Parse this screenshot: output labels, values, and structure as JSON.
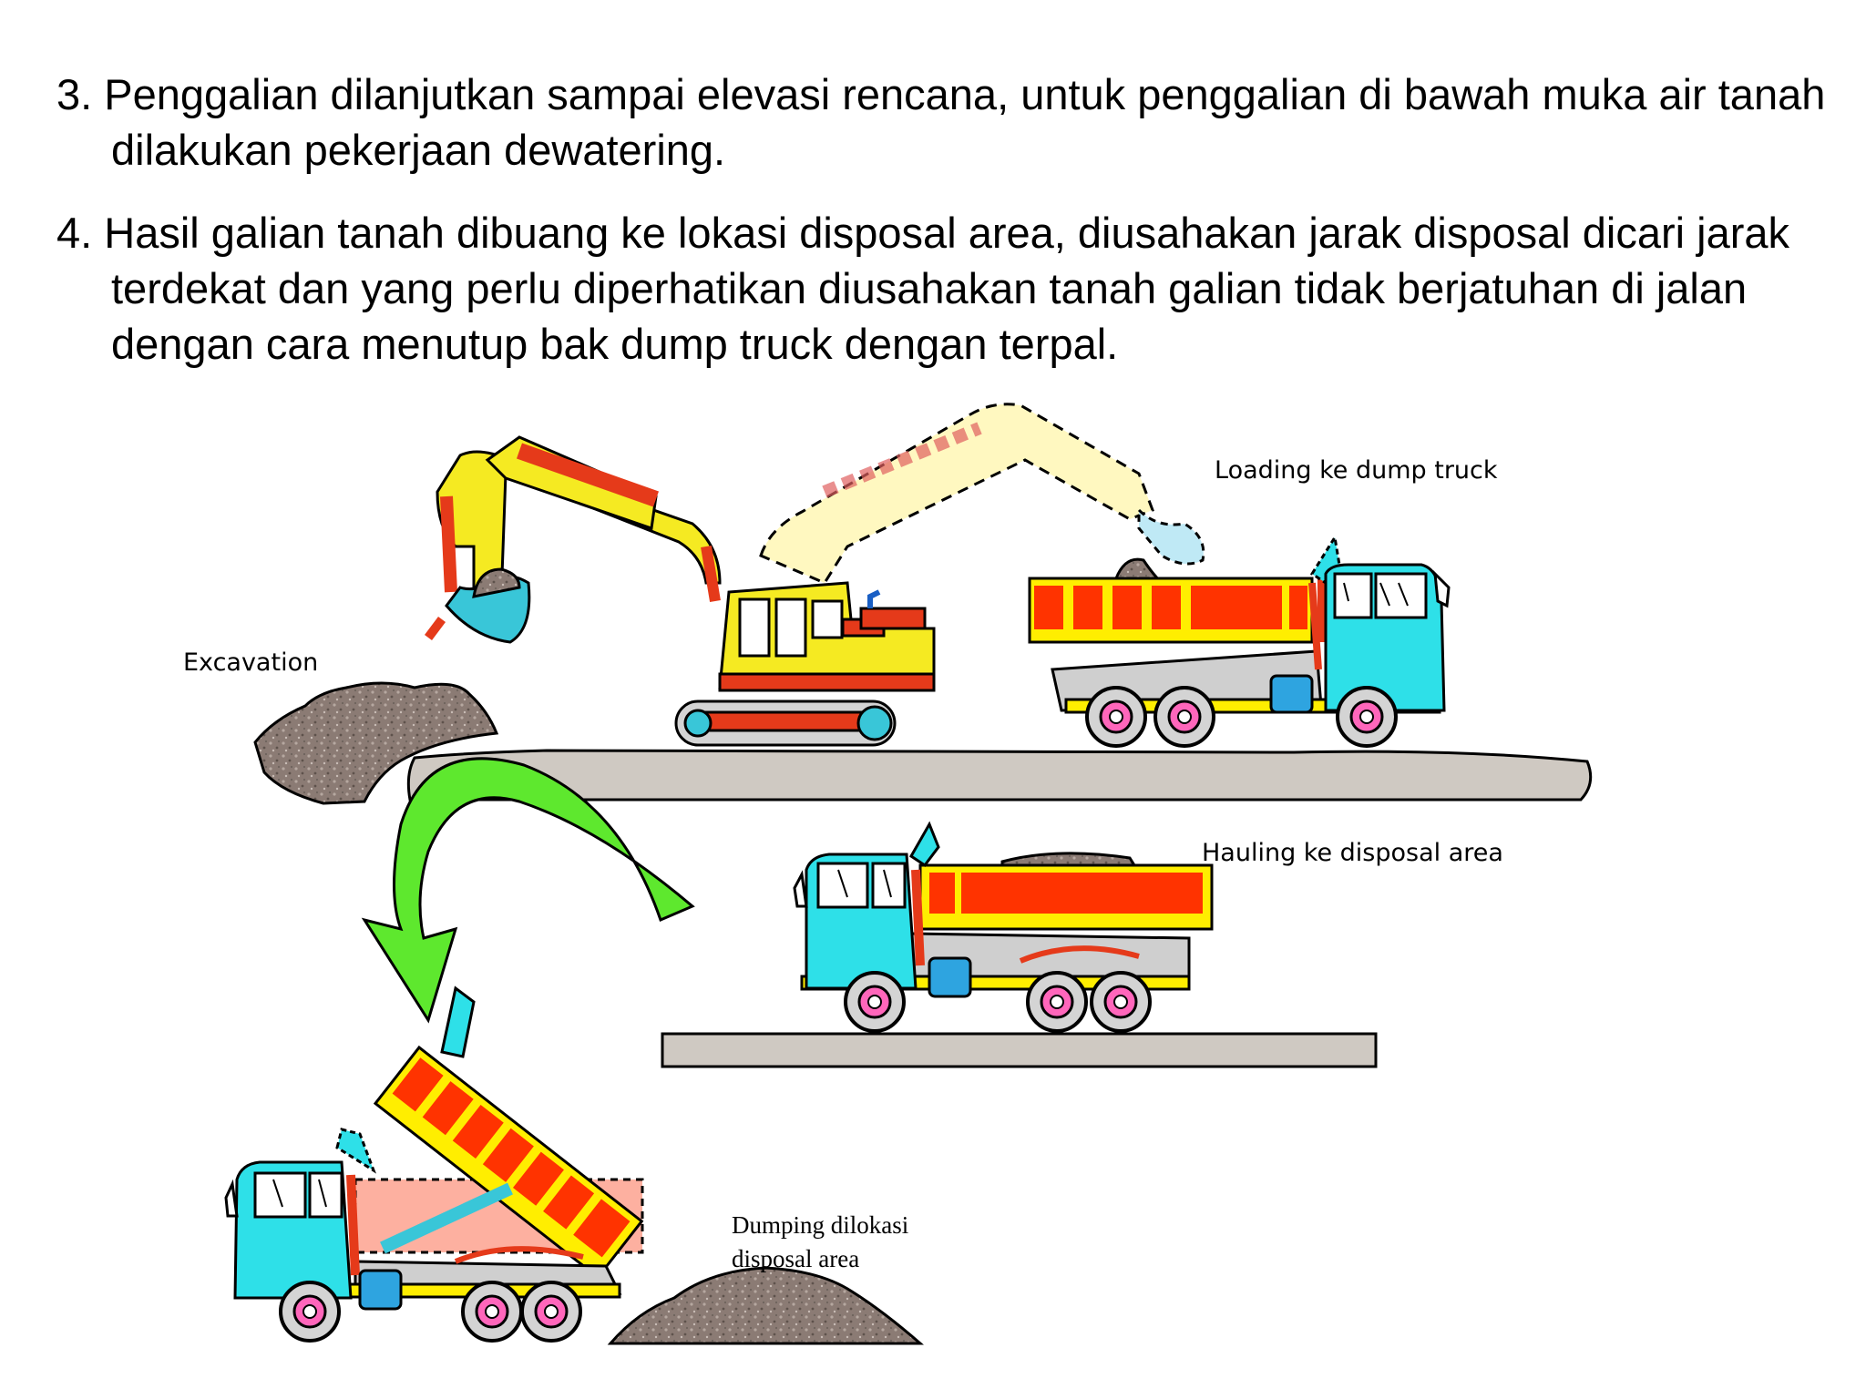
{
  "steps": [
    "3. Penggalian dilanjutkan sampai elevasi rencana, untuk penggalian di bawah muka air tanah dilakukan pekerjaan dewatering.",
    "4. Hasil galian tanah dibuang ke lokasi disposal area, diusahakan jarak disposal dicari jarak terdekat dan yang perlu diperhatikan diusahakan tanah galian tidak berjatuhan di jalan dengan cara menutup bak dump truck dengan terpal."
  ],
  "labels": {
    "excavation": "Excavation",
    "loading": "Loading ke dump truck",
    "hauling": "Hauling ke disposal area",
    "dumping_line1": "Dumping dilokasi",
    "dumping_line2": "disposal area"
  },
  "colors": {
    "excavator_body": "#f5ea22",
    "truck_cab": "#2ee0e8",
    "truck_box": "#ff3300",
    "box_frame": "#ffee00",
    "arrow": "#5ee82e",
    "soil": "#8b7b74",
    "road": "#cfc9c2"
  }
}
